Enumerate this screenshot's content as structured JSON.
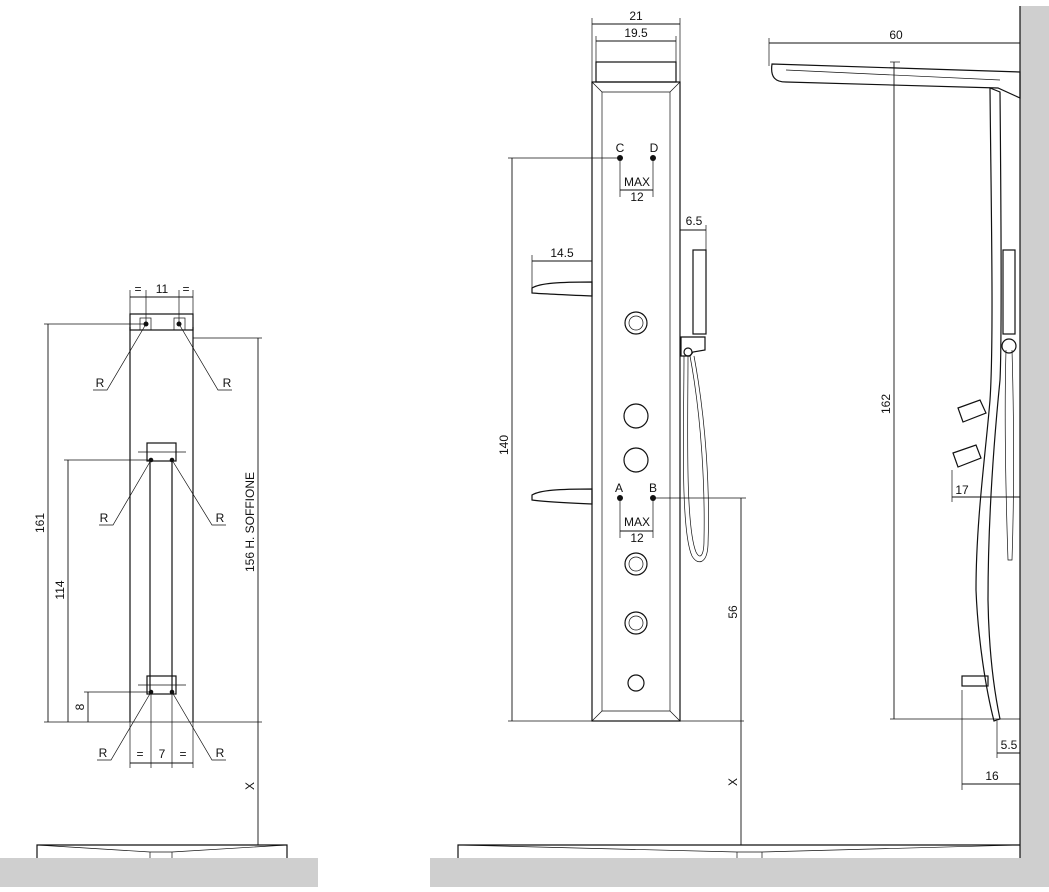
{
  "labels": {
    "front_top_eq_left": "=",
    "front_top_width": "11",
    "front_top_eq_right": "=",
    "front_bottom_eq_left": "=",
    "front_bottom_width": "7",
    "front_bottom_eq_right": "=",
    "r": "R",
    "h_161": "161",
    "h_114": "114",
    "h_8": "8",
    "h_156": "156 H. SOFFIONE",
    "x": "X",
    "w_21": "21",
    "w_19_5": "19.5",
    "point_c": "C",
    "point_d": "D",
    "max": "MAX",
    "max_val": "12",
    "point_a": "A",
    "point_b": "B",
    "w_14_5": "14.5",
    "w_6_5": "6.5",
    "h_140": "140",
    "h_56": "56",
    "w_60": "60",
    "h_162": "162",
    "w_17": "17",
    "w_5_5": "5.5",
    "w_16": "16"
  }
}
